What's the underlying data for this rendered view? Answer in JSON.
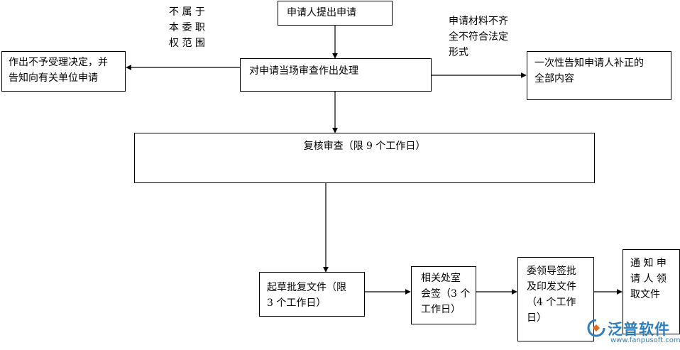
{
  "nodes": {
    "apply": "申请人提出申请",
    "on_site": "对申请当场审查作出处理",
    "reject": [
      "作出不予受理决定，并",
      "告知向有关单位申请"
    ],
    "supplement": [
      "一次性告知申请人补正的",
      "全部内容"
    ],
    "review": "复核审查（限 9 个工作日）",
    "draft": [
      "起草批复文件（限",
      "3 个工作日）"
    ],
    "countersign": [
      "相关处室",
      "会签（3 个",
      "工作日）"
    ],
    "approve": [
      "委领导签批",
      "及印发文件",
      "（4  个工作",
      "日）"
    ],
    "notify": [
      "通 知 申",
      "请 人 领",
      "取文件"
    ]
  },
  "edge_labels": {
    "not_in_scope": [
      "不 属 于",
      "本 委 职",
      "权 范 围"
    ],
    "incomplete": [
      "申请材料不齐",
      "全不符合法定",
      "形式"
    ]
  },
  "watermark": {
    "brand": "泛普软件",
    "url": "www.fanpusoft.com",
    "icon": "fanpu-logo-icon",
    "color": "#2f7fbf"
  }
}
